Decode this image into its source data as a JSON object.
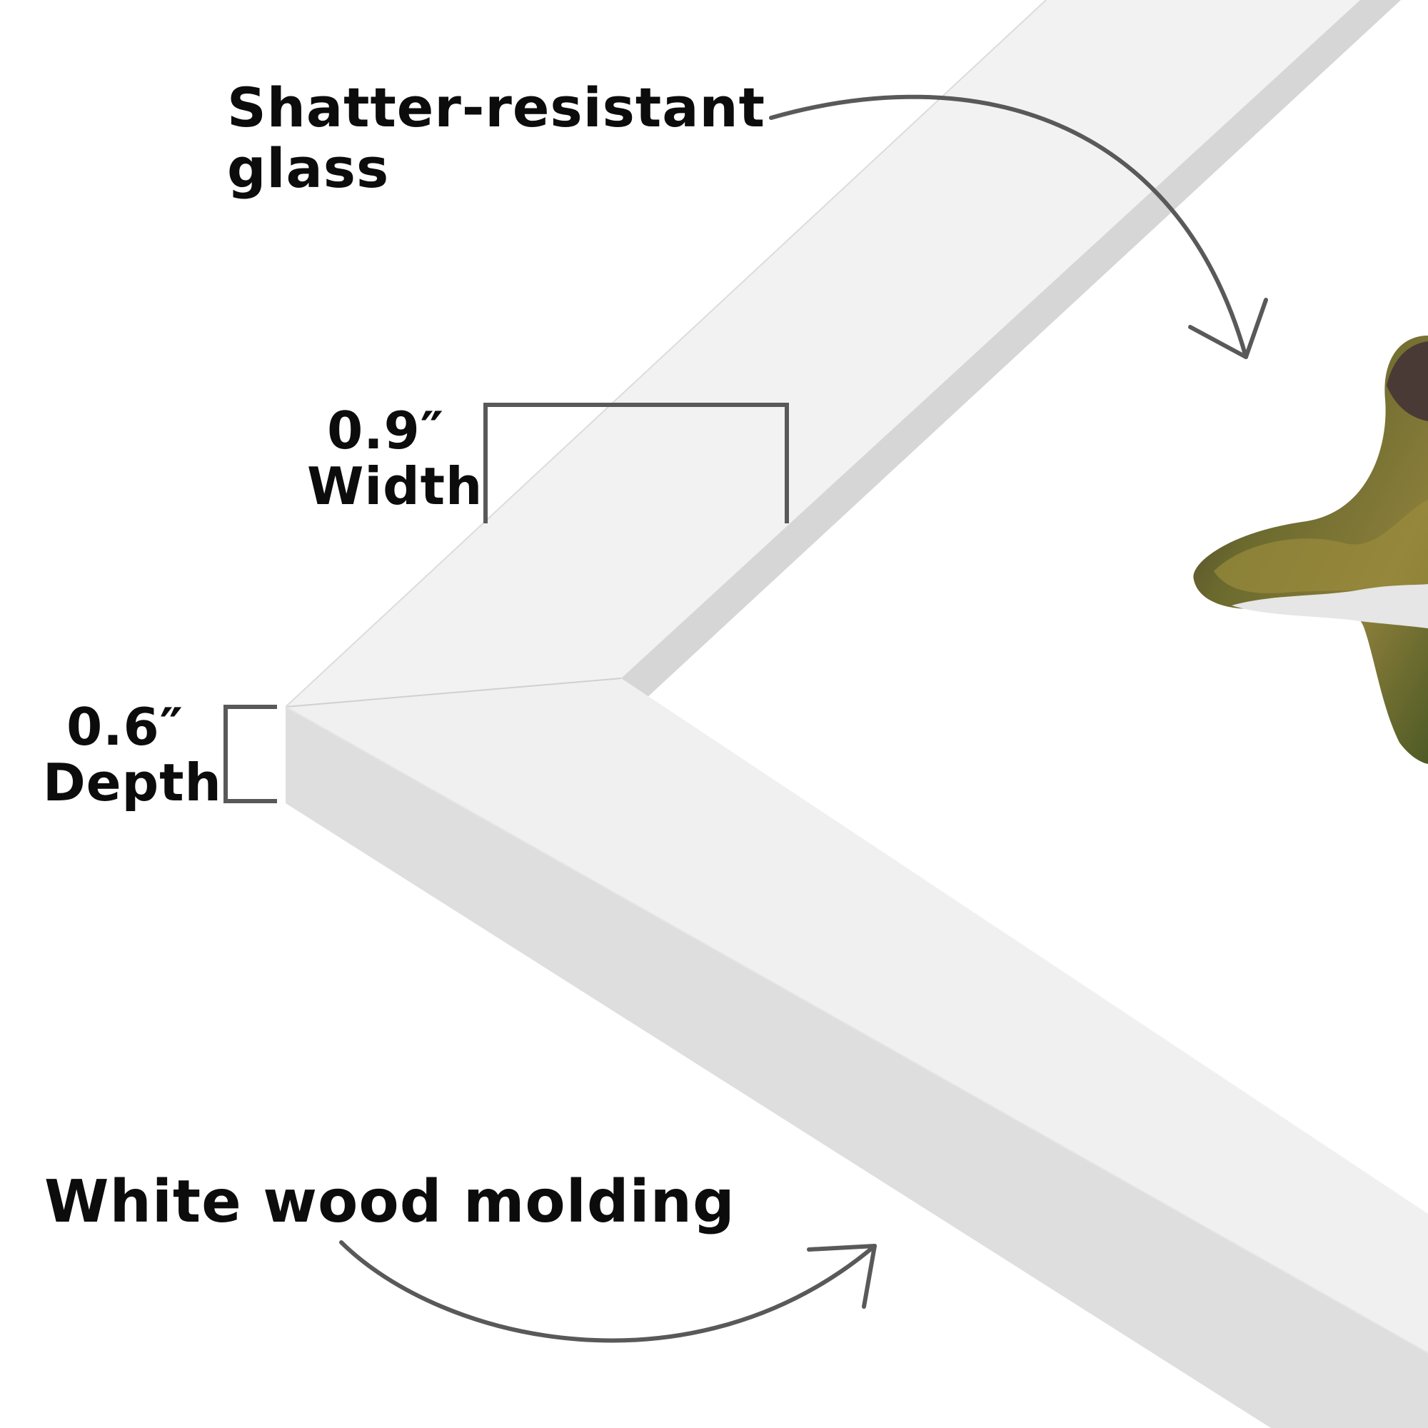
{
  "callouts": {
    "glass": {
      "line1": "Shatter-resistant",
      "line2": "glass"
    },
    "width": {
      "value": "0.9″",
      "label": "Width"
    },
    "depth": {
      "value": "0.6″",
      "label": "Depth"
    },
    "molding": {
      "text": "White wood molding"
    }
  },
  "colors": {
    "background": "#ffffff",
    "frame_face": "#f2f2f2",
    "frame_side": "#dedede",
    "frame_inner_bevel": "#d6d6d6",
    "annotation_stroke": "#595959",
    "label_text": "#0c0c0c",
    "photo_foliage": "#5f6a2a",
    "photo_dark": "#4a3a36",
    "photo_white": "#e6e6e6"
  },
  "icons": {
    "glass_arrow": "curved-arrow-icon",
    "molding_arrow": "curved-arrow-icon",
    "width_bracket": "bracket-icon",
    "depth_bracket": "bracket-icon"
  }
}
